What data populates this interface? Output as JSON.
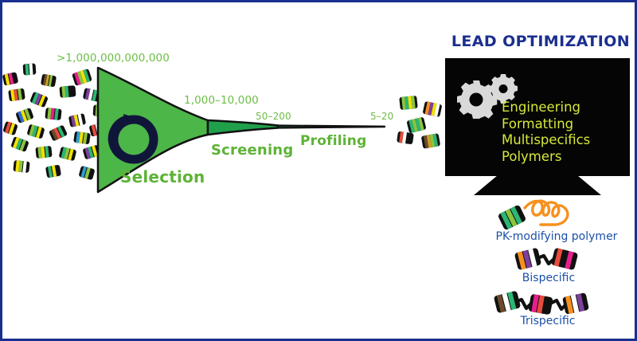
{
  "figure": {
    "border_color": "#1b2f8f",
    "background": "#ffffff"
  },
  "funnel": {
    "stages": [
      {
        "name": "Selection",
        "count_label": ">1,000,000,000,000",
        "fill_color": "#4cb648"
      },
      {
        "name": "Screening",
        "count_label": "1,000–10,000",
        "fill_color": "#20a04b"
      },
      {
        "name": "Profiling",
        "count_label": "50–200",
        "fill_color": "#1a5c33"
      }
    ],
    "output_count_label": "5–20",
    "label_color": "#5db335",
    "count_color": "#6cbe45",
    "cycle_icon": "circular-arrow-icon"
  },
  "lead_optimization": {
    "title": "LEAD OPTIMIZATION",
    "title_color": "#1b2f8f",
    "screen_color": "#050505",
    "screen_text_color": "#d6e838",
    "gear_color": "#d9d9d9",
    "screen_items": [
      "Engineering",
      "Formatting",
      "Multispecifics",
      "Polymers"
    ]
  },
  "constructs": [
    {
      "name": "PK-modifying polymer",
      "icon": "polymer-conjugate-icon",
      "accent_color": "#f7901e",
      "caption_color": "#1b4fa8"
    },
    {
      "name": "Bispecific",
      "icon": "bispecific-molecule-icon",
      "caption_color": "#1b4fa8"
    },
    {
      "name": "Trispecific",
      "icon": "trispecific-molecule-icon",
      "caption_color": "#1b4fa8"
    }
  ],
  "library_molecules": {
    "input_count": 24,
    "output_count": 5,
    "description": "striped-barrel-molecule"
  }
}
